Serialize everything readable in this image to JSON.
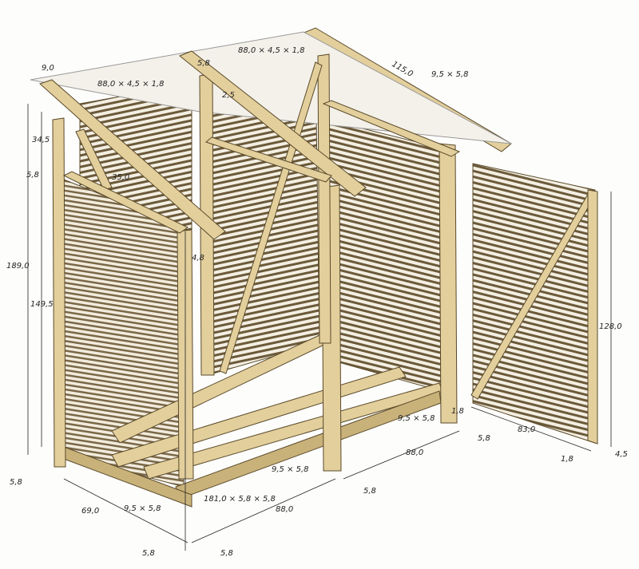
{
  "diagram": {
    "title": "Wooden firewood shed construction drawing",
    "colors": {
      "wood": "#e3cf9c",
      "wood_dark": "#c9b27a",
      "slat_dark": "#6b5a3a",
      "line": "#222222"
    },
    "dimensions": {
      "roof_overhang": "9,0",
      "top_slat_left": "88,0 × 4,5 × 1,8",
      "top_slat_right": "88,0 × 4,5 × 1,8",
      "post_top": "5,8",
      "post_offset": "2,5",
      "roof_length": "115,0",
      "rafter": "9,5 × 5,8",
      "upper_height": "34,5",
      "rail_height": "5,8",
      "brace_length": "35,0",
      "total_height": "189,0",
      "wall_height": "149,5",
      "post_gap": "4,8",
      "door_height": "128,0",
      "rear_sill": "9,5 × 5,8",
      "door_gap": "1,8",
      "rear_post": "5,8",
      "door_width": "83,0",
      "door_frame": "1,8",
      "door_thickness": "4,5",
      "rear_span": "88,0",
      "front_post_right": "5,8",
      "front_sill": "9,5 × 5,8",
      "floor_joist": "181,0 × 5,8 × 5,8",
      "side_sill": "9,5 × 5,8",
      "depth": "69,0",
      "front_span": "88,0",
      "left_post": "5,8",
      "corner_post_a": "5,8",
      "corner_post_b": "5,8"
    }
  }
}
